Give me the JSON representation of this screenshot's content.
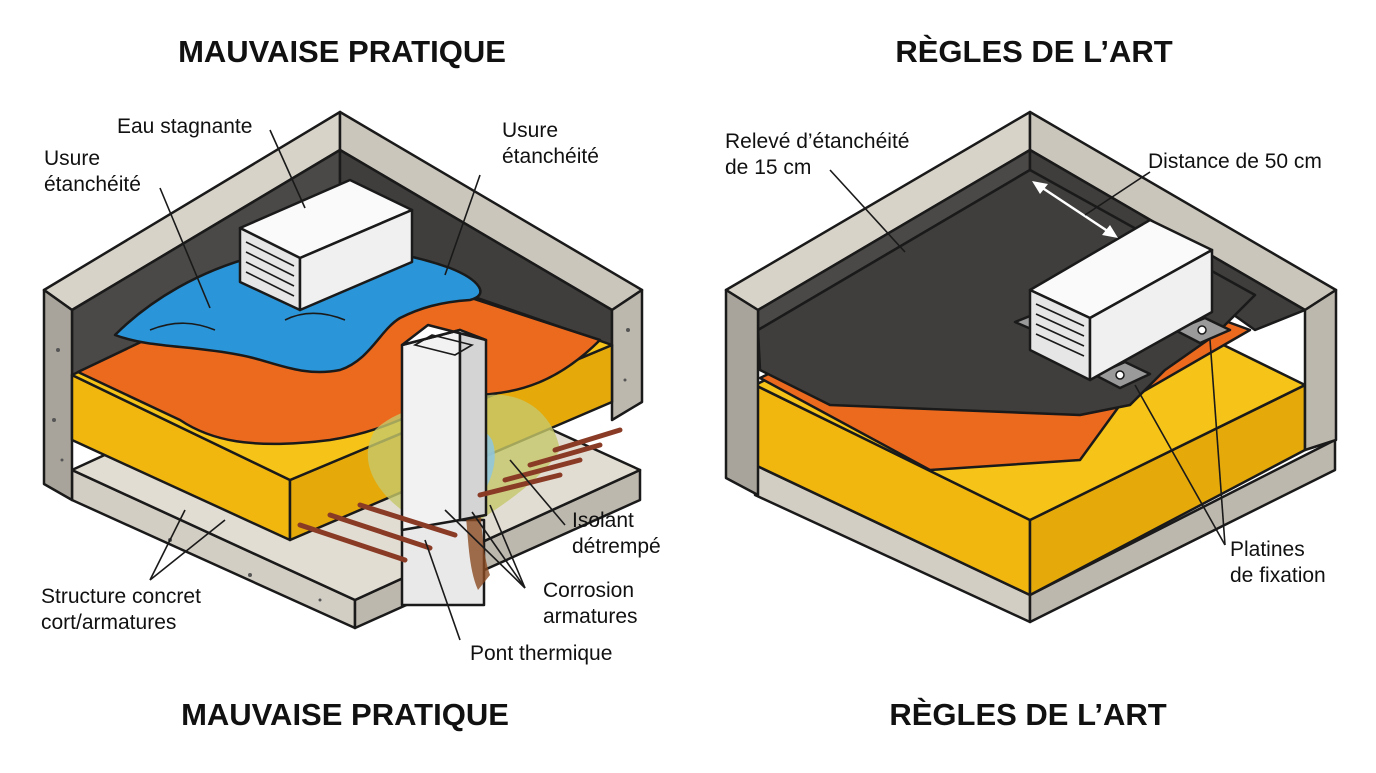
{
  "left_panel": {
    "title_top": "MAUVAISE PRATIQUE",
    "title_bottom": "MAUVAISE PRATIQUE",
    "labels": {
      "eau_stagnante": "Eau stagnante",
      "usure_left_1": "Usure",
      "usure_left_2": "étanchéité",
      "usure_right_1": "Usure",
      "usure_right_2": "étanchéité",
      "isolant_1": "Isolant",
      "isolant_2": "détrempé",
      "corrosion_1": "Corrosion",
      "corrosion_2": "armatures",
      "pont_thermique": "Pont thermique",
      "structure_1": "Structure concret",
      "structure_2": "cort/armatures"
    }
  },
  "right_panel": {
    "title_top": "RÈGLES DE L’ART",
    "title_bottom": "RÈGLES DE L’ART",
    "labels": {
      "releve_1": "Relevé d’étanchéité",
      "releve_2": "de 15 cm",
      "distance": "Distance de 50 cm",
      "platines_1": "Platines",
      "platines_2": "de fixation"
    }
  },
  "colors": {
    "concrete": "#d8d3c9",
    "concrete_dark": "#a9a49b",
    "membrane": "#3f3e3c",
    "orange_layer": "#ec6a1e",
    "yellow_insulation": "#f6c418",
    "water": "#2a95d8",
    "rebar": "#8a3b26",
    "unit": "#eeeeee"
  }
}
